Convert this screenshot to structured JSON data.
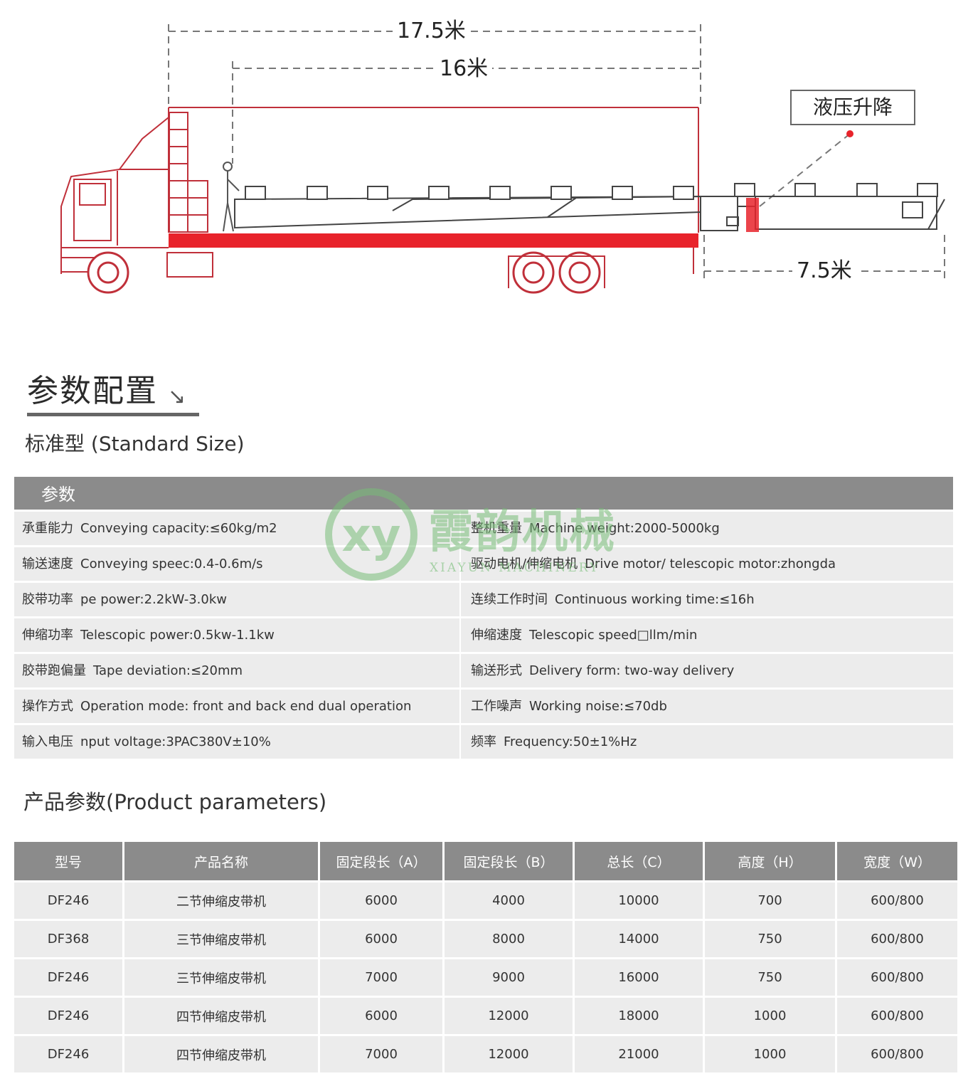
{
  "diagram": {
    "dim_total": "17.5米",
    "dim_fixed": "16米",
    "dim_extension": "7.5米",
    "callout": "液压升降",
    "colors": {
      "truck_red": "#e8232b",
      "outline": "#c0303a",
      "dashes": "#777777"
    }
  },
  "section_heading": {
    "title": "参数配置",
    "arrow_icon": "↘"
  },
  "standard": {
    "title": "标准型 (Standard Size)"
  },
  "spec_table": {
    "header": "参数",
    "rows": [
      {
        "left_cn": "承重能力",
        "left_en": "Conveying capacity:≤60kg/m2",
        "right_cn": "整机重量",
        "right_en": "Machine weight:2000-5000kg"
      },
      {
        "left_cn": "输送速度",
        "left_en": "Conveying speec:0.4-0.6m/s",
        "right_cn": "驱动电机/伸缩电机",
        "right_en": "Drive motor/ telescopic motor:zhongda"
      },
      {
        "left_cn": "胶带功率",
        "left_en": "pe power:2.2kW-3.0kw",
        "right_cn": "连续工作时间",
        "right_en": "Continuous working time:≤16h"
      },
      {
        "left_cn": "伸缩功率",
        "left_en": "Telescopic power:0.5kw-1.1kw",
        "right_cn": "伸缩速度",
        "right_en": "Telescopic speed□llm/min"
      },
      {
        "left_cn": "胶带跑偏量",
        "left_en": "Tape deviation:≤20mm",
        "right_cn": "输送形式",
        "right_en": "Delivery form: two-way delivery"
      },
      {
        "left_cn": "操作方式",
        "left_en": "Operation mode: front and back end dual operation",
        "right_cn": "工作噪声",
        "right_en": "Working noise:≤70db"
      },
      {
        "left_cn": "输入电压",
        "left_en": "nput voltage:3PAC380V±10%",
        "right_cn": "频率",
        "right_en": "Frequency:50±1%Hz"
      }
    ]
  },
  "watermark": {
    "brand": "霞韵机械",
    "sub": "XIAYUN MACHINERY",
    "logo_letters": "xy"
  },
  "product": {
    "title": "产品参数(Product parameters)",
    "columns": [
      "型号",
      "产品名称",
      "固定段长（A）",
      "固定段长（B）",
      "总长（C）",
      "高度（H）",
      "宽度（W）"
    ],
    "rows": [
      [
        "DF246",
        "二节伸缩皮带机",
        "6000",
        "4000",
        "10000",
        "700",
        "600/800"
      ],
      [
        "DF368",
        "三节伸缩皮带机",
        "6000",
        "8000",
        "14000",
        "750",
        "600/800"
      ],
      [
        "DF246",
        "三节伸缩皮带机",
        "7000",
        "9000",
        "16000",
        "750",
        "600/800"
      ],
      [
        "DF246",
        "四节伸缩皮带机",
        "6000",
        "12000",
        "18000",
        "1000",
        "600/800"
      ],
      [
        "DF246",
        "四节伸缩皮带机",
        "7000",
        "12000",
        "21000",
        "1000",
        "600/800"
      ]
    ]
  }
}
